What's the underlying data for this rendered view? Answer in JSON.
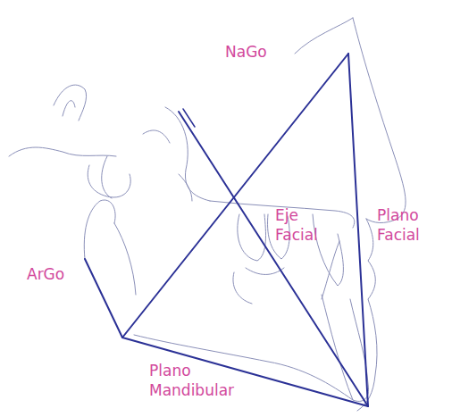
{
  "diagram": {
    "labels": [
      "NaGo",
      "Eje Facial",
      "Plano Facial",
      "ArGo",
      "Plano Mandibular"
    ]
  }
}
